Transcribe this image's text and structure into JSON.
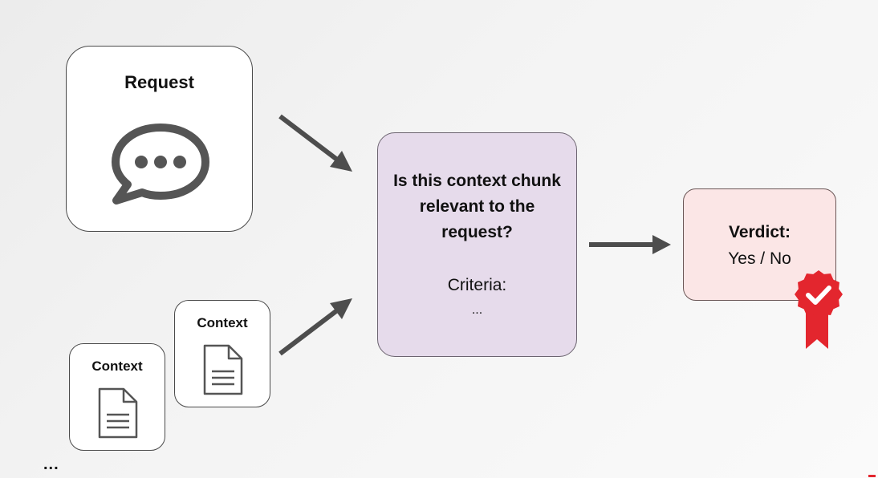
{
  "request": {
    "title": "Request",
    "icon": "chat-bubble-icon"
  },
  "contexts": [
    {
      "label": "Context",
      "icon": "document-icon"
    },
    {
      "label": "Context",
      "icon": "document-icon"
    }
  ],
  "more_indicator": "...",
  "question": {
    "text": "Is this context chunk relevant to the request?",
    "criteria_label": "Criteria:",
    "criteria_placeholder": "..."
  },
  "verdict": {
    "label": "Verdict:",
    "value": "Yes / No",
    "badge_icon": "verified-badge-icon"
  },
  "colors": {
    "question_fill": "#e6dbeb",
    "verdict_fill": "#fbe6e6",
    "badge_red": "#e3262e",
    "arrow": "#4d4d4d"
  }
}
